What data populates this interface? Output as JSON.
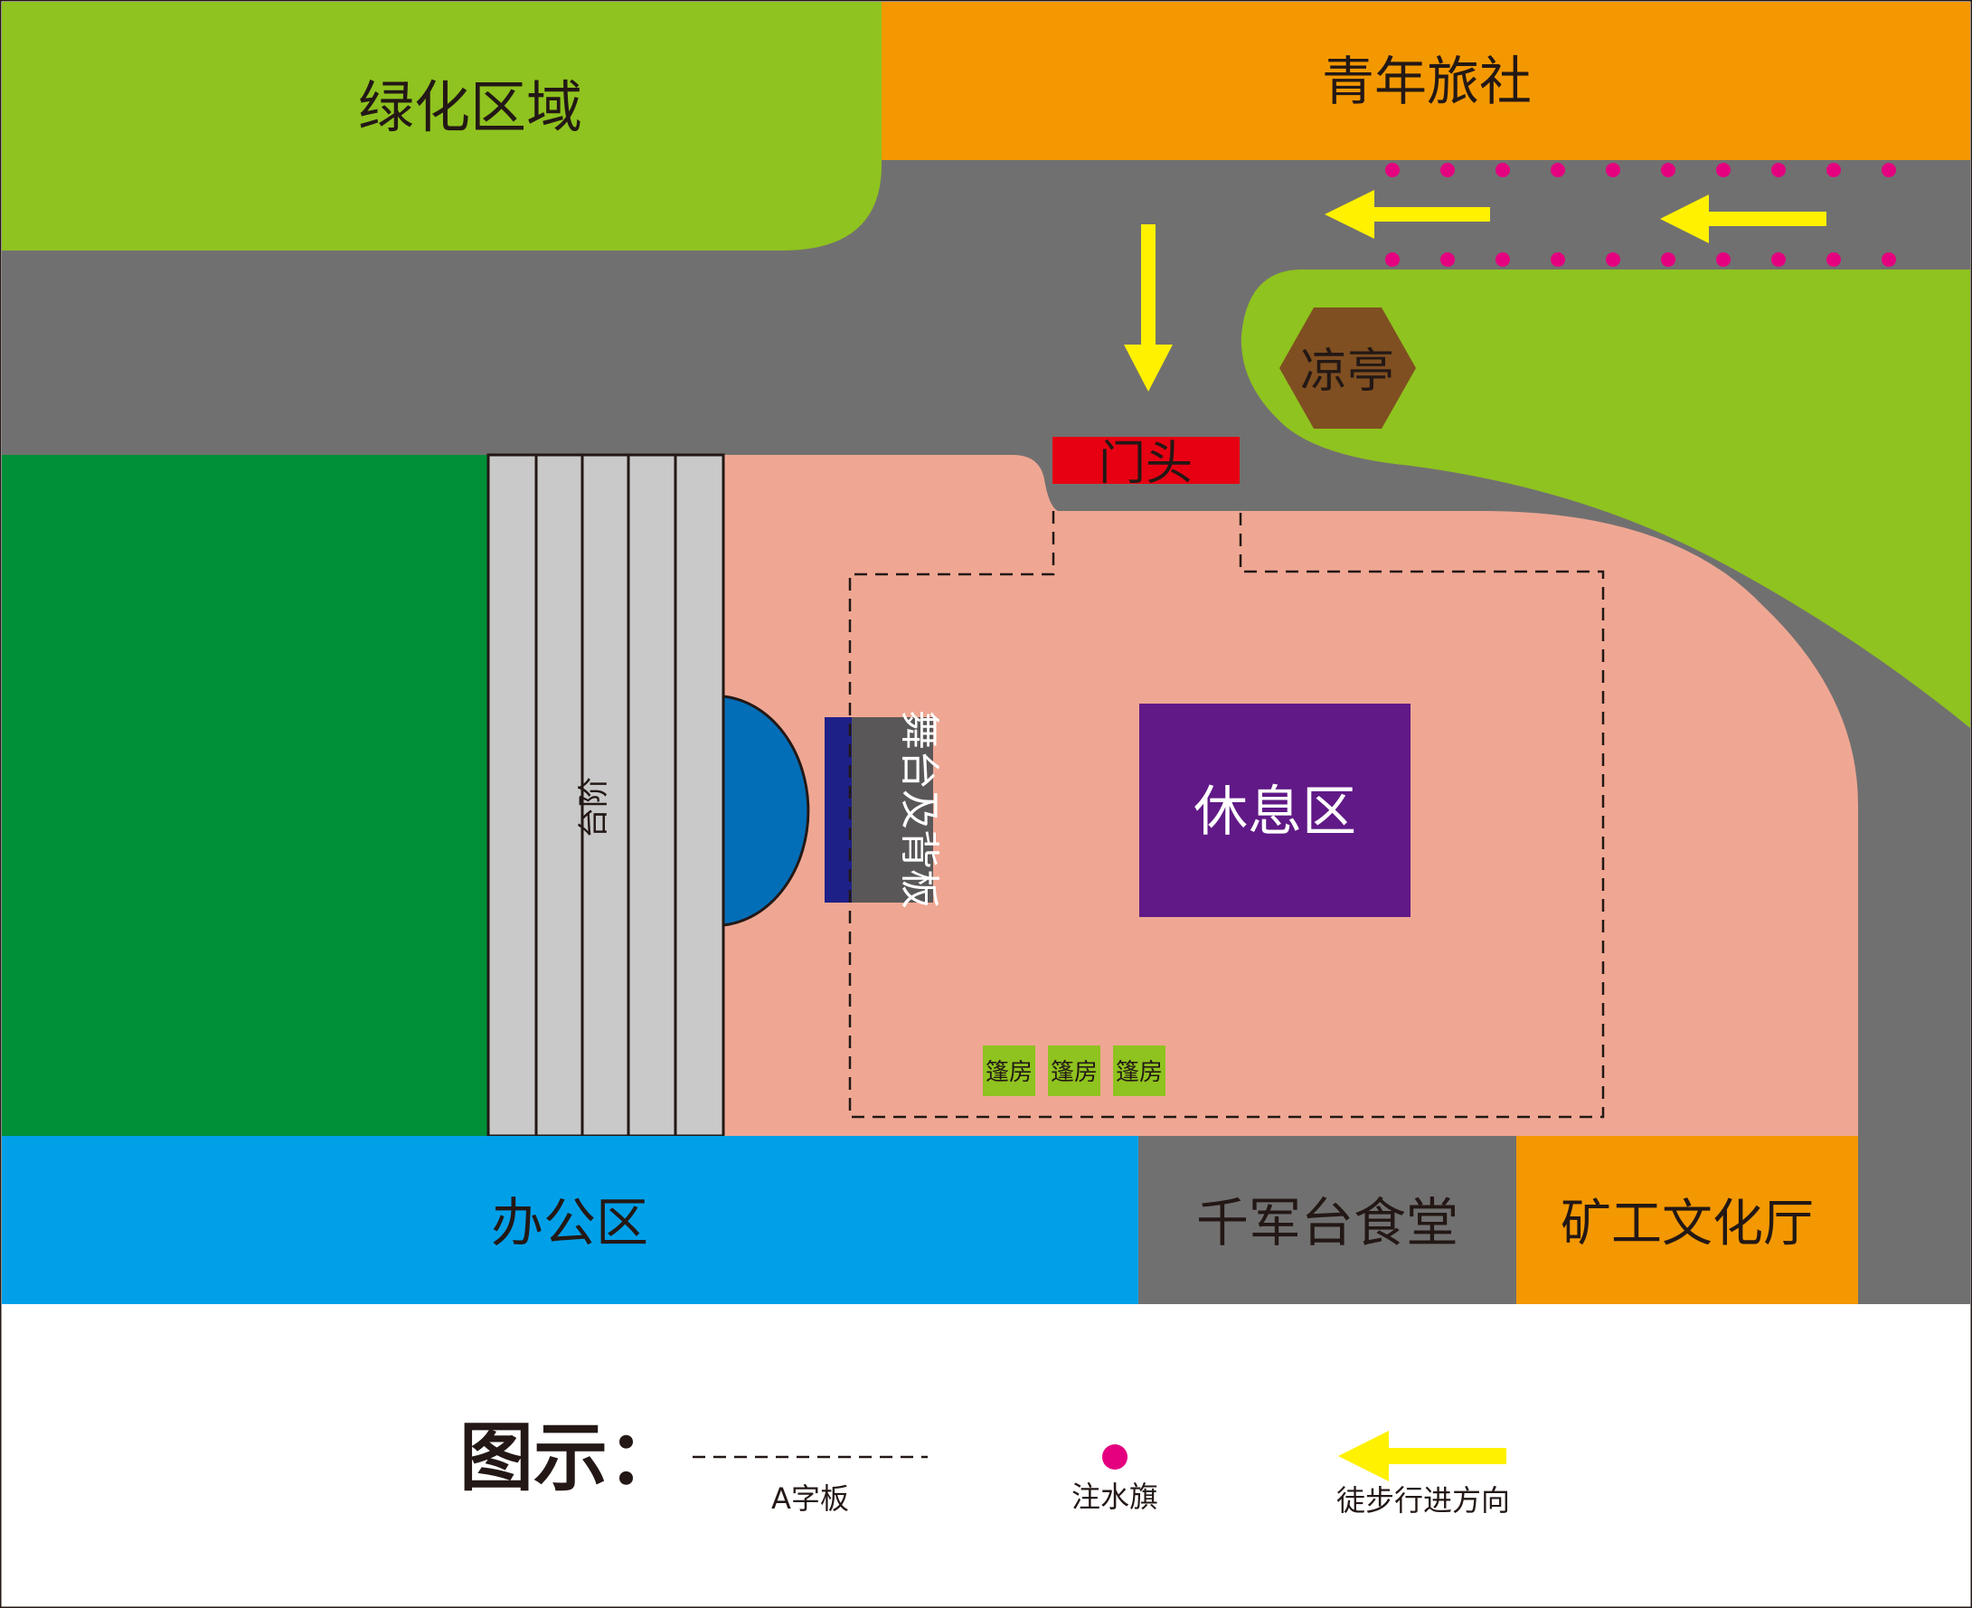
{
  "map": {
    "labels": {
      "green_area": "绿化区域",
      "hostel": "青年旅社",
      "pavilion": "凉亭",
      "gate": "门头",
      "steps": "台阶",
      "stage": "舞台及背板",
      "rest_area": "休息区",
      "tent": "篷房",
      "office": "办公区",
      "canteen": "千军台食堂",
      "miner_hall": "矿工文化厅"
    },
    "tents": [
      "篷房",
      "篷房",
      "篷房"
    ]
  },
  "legend": {
    "title": "图示：",
    "a_board": "A字板",
    "water_flag": "注水旗",
    "walk_direction": "徒步行进方向"
  },
  "colors": {
    "road": "#717070",
    "light_green": "#8fc31f",
    "dark_green": "#009038",
    "orange": "#f39800",
    "salmon": "#efa793",
    "blue": "#00a0e9",
    "stage_blue": "#036eb8",
    "navy": "#1d2087",
    "purple": "#601986",
    "red": "#e60012",
    "brown": "#7f4f21",
    "magenta": "#e4007f",
    "yellow": "#fff100",
    "steps_gray": "#c9c9c9"
  },
  "icons": {
    "pavilion": "hexagon-icon",
    "water_flag": "dot-icon",
    "walk_direction": "arrow-left-icon"
  }
}
